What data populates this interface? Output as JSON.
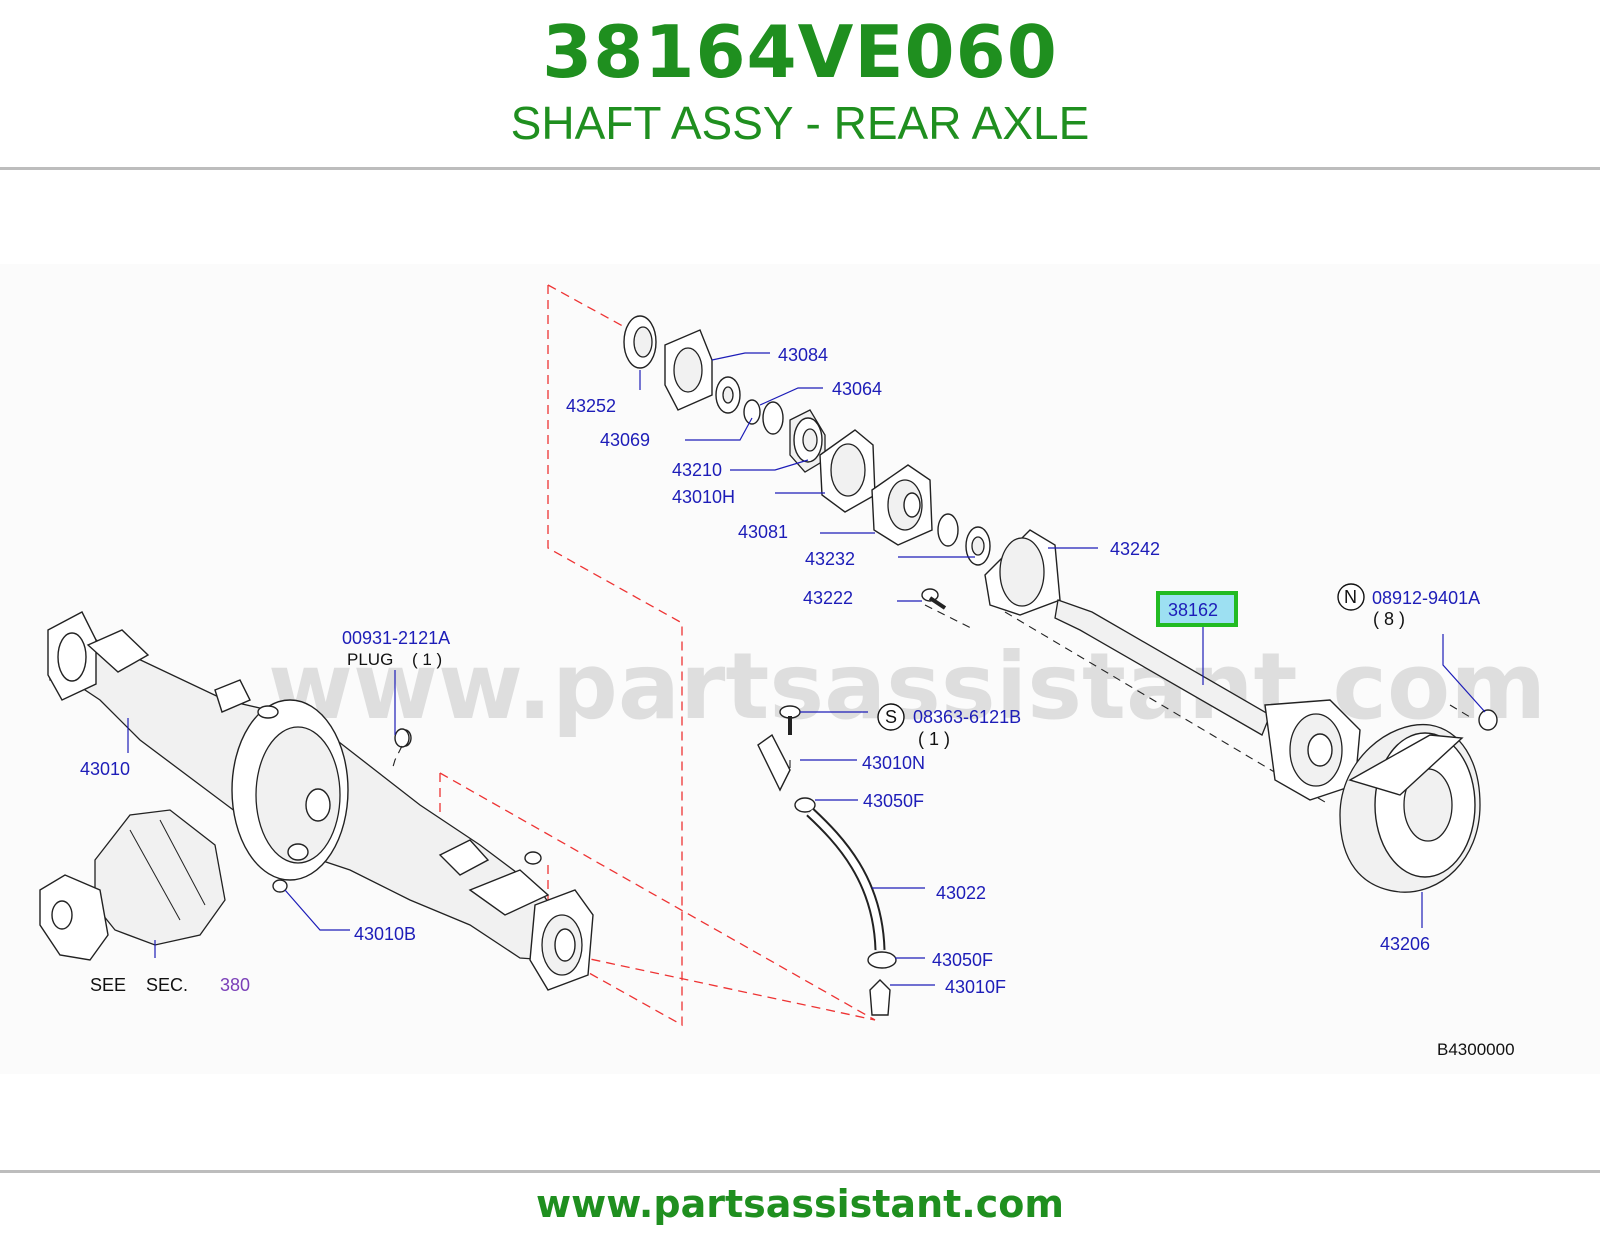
{
  "header": {
    "part_number": "38164VE060",
    "title": "SHAFT ASSY - REAR AXLE"
  },
  "watermark": "www.partsassistant.com",
  "footer": {
    "url": "www.partsassistant.com"
  },
  "diagram": {
    "code": "B4300000",
    "highlight_color": "#22bb22",
    "labels": {
      "p43084": "43084",
      "p43064": "43064",
      "p43252": "43252",
      "p43069": "43069",
      "p43210": "43210",
      "p43010H": "43010H",
      "p43081": "43081",
      "p43232": "43232",
      "p43242": "43242",
      "p43222": "43222",
      "p38162": "38162",
      "p08912": "08912-9401A",
      "p08912_qty": "( 8 )",
      "p08912_mark": "N",
      "p00931": "00931-2121A",
      "plug": "PLUG",
      "plug_qty": "( 1 )",
      "p08363": "08363-6121B",
      "p08363_qty": "( 1 )",
      "p08363_mark": "S",
      "p43010": "43010",
      "p43010N": "43010N",
      "p43050F_a": "43050F",
      "p43022": "43022",
      "p43050F_b": "43050F",
      "p43010F": "43010F",
      "p43010B": "43010B",
      "p43206": "43206",
      "see": "SEE",
      "sec": "SEC.",
      "sec_num": "380"
    }
  }
}
